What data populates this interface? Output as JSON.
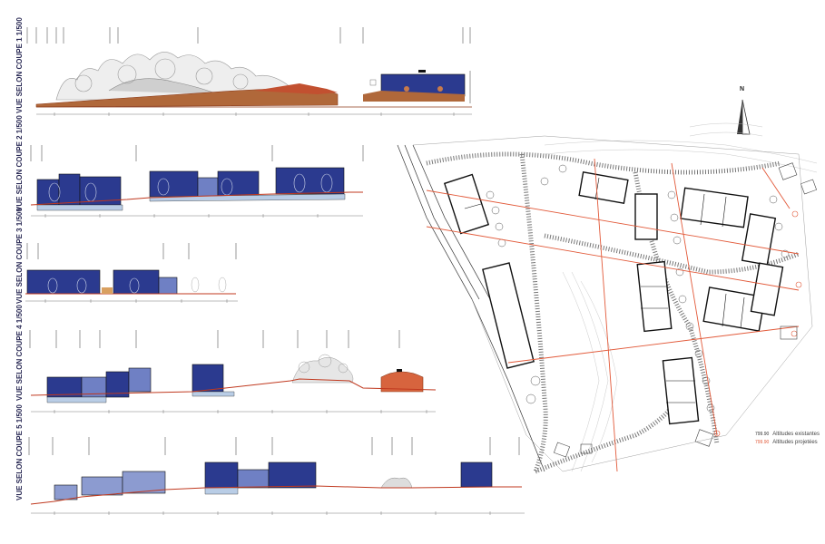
{
  "sections": [
    {
      "id": 1,
      "label": "VUE SELON COUPE 1   1/500"
    },
    {
      "id": 2,
      "label": "VUE SELON COUPE 2   1/500"
    },
    {
      "id": 3,
      "label": "VUE SELON COUPE 3   1/500"
    },
    {
      "id": 4,
      "label": "VUE SELON COUPE 4   1/500"
    },
    {
      "id": 5,
      "label": "VUE SELON COUPE 5   1/500"
    }
  ],
  "legend": {
    "existing_label": "Altitudes existantes",
    "existing_sample": "799.90",
    "projected_label": "Altitudes projetées",
    "projected_sample": "799.90"
  },
  "north_label": "N",
  "colors": {
    "building_dark": "#2b3a8f",
    "building_mid": "#5a6bb5",
    "building_light": "#8c9bd0",
    "terrain_brown": "#b0683a",
    "terrain_line": "#8b3a1a",
    "plan_red": "#e25a3a",
    "underground": "#b9cde6"
  }
}
